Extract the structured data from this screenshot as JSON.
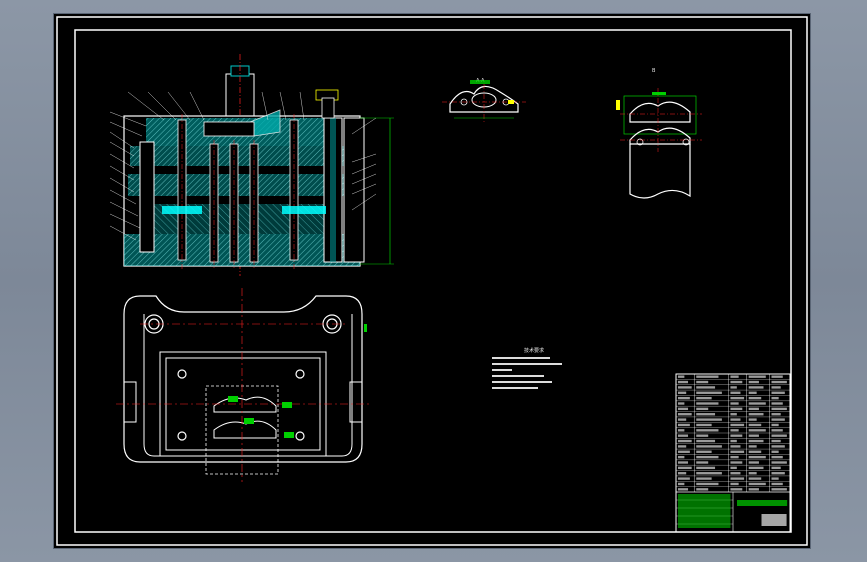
{
  "colors": {
    "background": "#000000",
    "outline": "#ffffff",
    "section": "#00c8c8",
    "centerline": "#ff2020",
    "dimension": "#00d000",
    "highlight": "#ffff00",
    "frame": "#8f9aa8"
  },
  "drawing": {
    "top_label_a": "A-A",
    "top_label_b": "B",
    "notes_title": "技术要求"
  },
  "title_block": {
    "rows": 22,
    "columns": 5
  }
}
